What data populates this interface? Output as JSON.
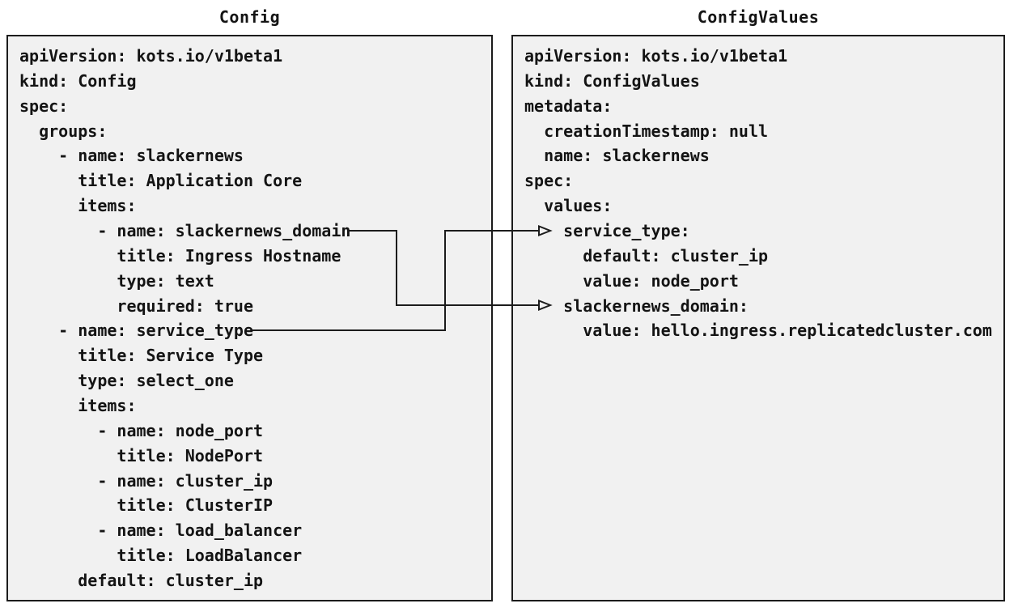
{
  "diagram": {
    "kind": "yaml-mapping-diagram",
    "colors": {
      "page_background": "#ffffff",
      "panel_background": "#f1f1f1",
      "panel_border": "#1c1c1c",
      "text": "#141414",
      "connector": "#1c1c1c"
    }
  },
  "panels": [
    {
      "title": "Config",
      "yaml": "apiVersion: kots.io/v1beta1\nkind: Config\nspec:\n  groups:\n    - name: slackernews\n      title: Application Core\n      items:\n        - name: slackernews_domain\n          title: Ingress Hostname\n          type: text\n          required: true\n    - name: service_type\n      title: Service Type\n      type: select_one\n      items:\n        - name: node_port\n          title: NodePort\n        - name: cluster_ip\n          title: ClusterIP\n        - name: load_balancer\n          title: LoadBalancer\n      default: cluster_ip"
    },
    {
      "title": "ConfigValues",
      "yaml": "apiVersion: kots.io/v1beta1\nkind: ConfigValues\nmetadata:\n  creationTimestamp: null\n  name: slackernews\nspec:\n  values:\n    service_type:\n      default: cluster_ip\n      value: node_port\n    slackernews_domain:\n      value: hello.ingress.replicatedcluster.com"
    }
  ],
  "connections": [
    {
      "from": "Config: items[0] name: slackernews_domain",
      "to": "ConfigValues: spec.values.slackernews_domain"
    },
    {
      "from": "Config: groups[1] name: service_type",
      "to": "ConfigValues: spec.values.service_type"
    }
  ]
}
